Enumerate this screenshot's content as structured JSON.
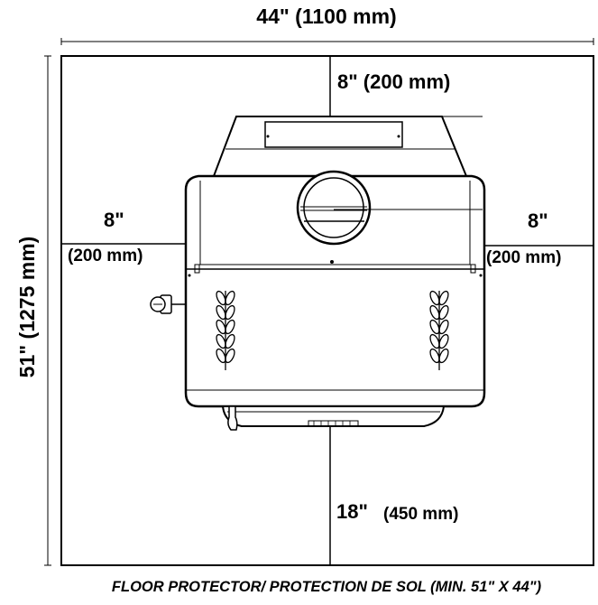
{
  "dimensions": {
    "overall_width": "44\" (1100 mm)",
    "overall_depth": "51\" (1275 mm)",
    "rear_clearance": "8\"  (200 mm)",
    "left_clearance_in": "8\"",
    "left_clearance_mm": "(200 mm)",
    "right_clearance_in": "8\"",
    "right_clearance_mm": "(200 mm)",
    "front_clearance_in": "18\"",
    "front_clearance_mm": "(450 mm)"
  },
  "caption": "FLOOR PROTECTOR/ PROTECTION DE SOL (MIN. 51\" X 44\")",
  "colors": {
    "ink": "#000000",
    "paper": "#ffffff"
  },
  "icons": [
    "stove-top-view",
    "flue-collar",
    "door-handle",
    "leaf-ornament"
  ]
}
